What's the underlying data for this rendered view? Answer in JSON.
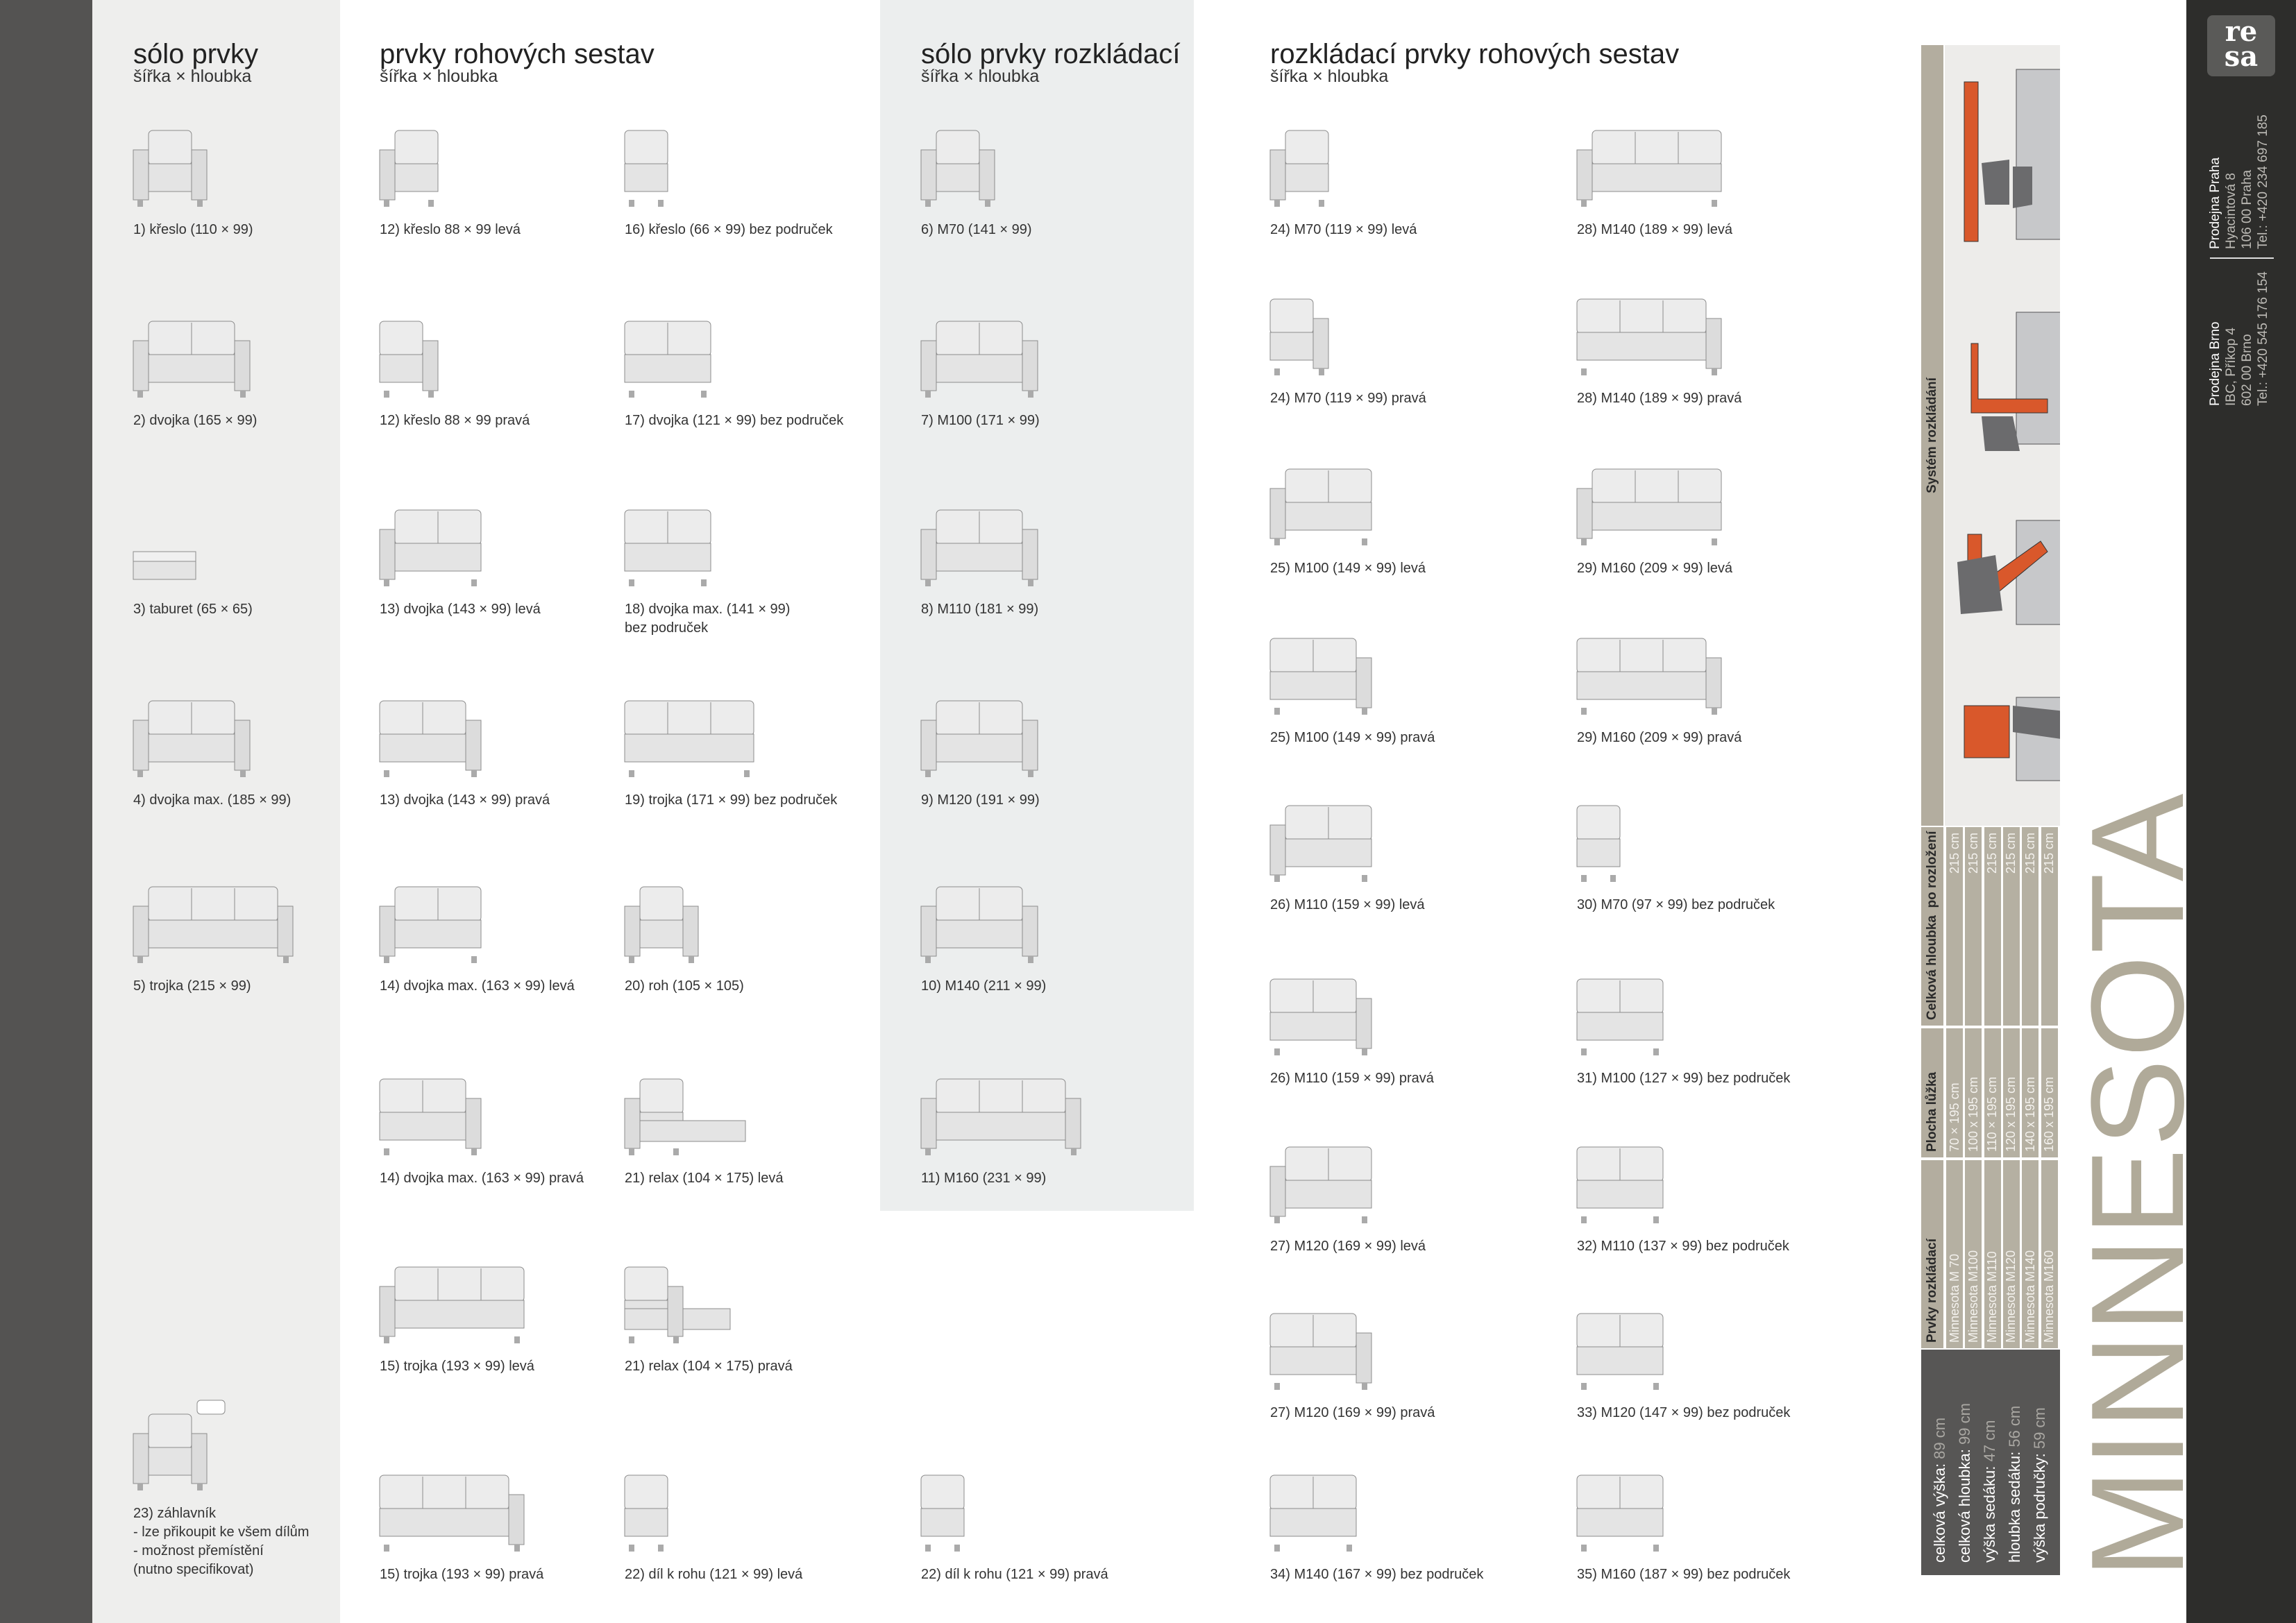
{
  "sections": [
    {
      "title": "sólo prvky",
      "subtitle": "šířka × hloubka"
    },
    {
      "title": "prvky rohových sestav",
      "subtitle": "šířka × hloubka"
    },
    {
      "title": "sólo prvky rozkládací",
      "subtitle": "šířka × hloubka"
    },
    {
      "title": "rozkládací prvky rohových sestav",
      "subtitle": "šířka × hloubka"
    }
  ],
  "columns": [
    [
      {
        "label": "1) křeslo (110 × 99)",
        "icon": "armchair"
      },
      {
        "label": "2) dvojka (165 × 99)",
        "icon": "sofa-2"
      },
      {
        "label": "3) taburet (65 × 65)",
        "icon": "stool"
      },
      {
        "label": "4) dvojka max. (185 × 99)",
        "icon": "sofa-2"
      },
      {
        "label": "5) trojka (215 × 99)",
        "icon": "sofa-3"
      },
      null,
      null,
      {
        "label": "23) záhlavník\n- lze přikoupit ke všem dílům\n- možnost přemístění\n (nutno specifikovat)",
        "icon": "headrest"
      }
    ],
    [
      {
        "label": "12) křeslo 88 × 99 levá",
        "icon": "armchair-left"
      },
      {
        "label": "12) křeslo 88 × 99 pravá",
        "icon": "armchair-right"
      },
      {
        "label": "13) dvojka (143 × 99) levá",
        "icon": "sofa-2-left"
      },
      {
        "label": "13) dvojka (143 × 99) pravá",
        "icon": "sofa-2-right"
      },
      {
        "label": "14) dvojka max. (163 × 99) levá",
        "icon": "sofa-2-left"
      },
      {
        "label": "14) dvojka max. (163 × 99) pravá",
        "icon": "sofa-2-right"
      },
      {
        "label": "15) trojka (193 × 99) levá",
        "icon": "sofa-3-left"
      },
      {
        "label": "15) trojka (193 × 99) pravá",
        "icon": "sofa-3-right"
      }
    ],
    [
      {
        "label": "16) křeslo (66 × 99) bez područek",
        "icon": "armchair-noarm"
      },
      {
        "label": "17) dvojka (121 × 99) bez područek",
        "icon": "sofa-2-noarm"
      },
      {
        "label": "18) dvojka max. (141 × 99)\n     bez područek",
        "icon": "sofa-2-noarm"
      },
      {
        "label": "19) trojka (171 × 99) bez područek",
        "icon": "sofa-3-noarm"
      },
      {
        "label": "20) roh (105 × 105)",
        "icon": "corner"
      },
      {
        "label": "21) relax (104 × 175) levá",
        "icon": "relax-left"
      },
      {
        "label": "21) relax (104 × 175) pravá",
        "icon": "relax-right"
      },
      {
        "label": "22) díl k rohu (121 × 99) levá",
        "icon": "armchair-noarm"
      }
    ],
    [
      {
        "label": "6) M70 (141 × 99)",
        "icon": "armchair"
      },
      {
        "label": "7) M100 (171 × 99)",
        "icon": "sofa-2"
      },
      {
        "label": "8) M110 (181 × 99)",
        "icon": "sofa-2"
      },
      {
        "label": "9) M120 (191 × 99)",
        "icon": "sofa-2"
      },
      {
        "label": "10) M140 (211 × 99)",
        "icon": "sofa-2"
      },
      {
        "label": "11) M160 (231 × 99)",
        "icon": "sofa-3"
      },
      null,
      {
        "label": "22) díl k rohu (121 × 99) pravá",
        "icon": "armchair-noarm"
      }
    ],
    [
      {
        "label": "24) M70 (119 × 99) levá",
        "icon": "armchair-left"
      },
      {
        "label": "24) M70 (119 × 99) pravá",
        "icon": "armchair-right"
      },
      {
        "label": "25) M100 (149 × 99) levá",
        "icon": "sofa-2-left"
      },
      {
        "label": "25) M100 (149 × 99) pravá",
        "icon": "sofa-2-right"
      },
      {
        "label": "26) M110 (159 × 99) levá",
        "icon": "sofa-2-left"
      },
      {
        "label": "26) M110 (159 × 99) pravá",
        "icon": "sofa-2-right"
      },
      {
        "label": "27) M120 (169 × 99) levá",
        "icon": "sofa-2-left"
      },
      {
        "label": "27) M120 (169 × 99) pravá",
        "icon": "sofa-2-right"
      },
      {
        "label": "34) M140 (167 × 99) bez područek",
        "icon": "sofa-2-noarm"
      }
    ],
    [
      {
        "label": "28) M140 (189 × 99) levá",
        "icon": "sofa-3-left"
      },
      {
        "label": "28) M140 (189 × 99) pravá",
        "icon": "sofa-3-right"
      },
      {
        "label": "29) M160 (209 × 99) levá",
        "icon": "sofa-3-left"
      },
      {
        "label": "29) M160 (209 × 99) pravá",
        "icon": "sofa-3-right"
      },
      {
        "label": "30) M70 (97 × 99) bez područek",
        "icon": "armchair-noarm"
      },
      {
        "label": "31) M100 (127 × 99) bez područek",
        "icon": "sofa-2-noarm"
      },
      {
        "label": "32) M110 (137 × 99) bez područek",
        "icon": "sofa-2-noarm"
      },
      {
        "label": "33) M120 (147 × 99) bez područek",
        "icon": "sofa-2-noarm"
      },
      {
        "label": "35) M160 (187 × 99) bez područek",
        "icon": "sofa-2-noarm"
      }
    ]
  ],
  "specs": [
    {
      "label": "celková výška: ",
      "value": "89 cm"
    },
    {
      "label": "celková hloubka: ",
      "value": "99 cm"
    },
    {
      "label": "výška sedáku: ",
      "value": "47 cm"
    },
    {
      "label": "hloubka sedáku: ",
      "value": "56 cm"
    },
    {
      "label": "výška područky: ",
      "value": "59 cm"
    }
  ],
  "table": {
    "headers": [
      "Prvky rozkládací",
      "Plocha lůžka",
      "Celková hloubka  po rozložení"
    ],
    "rows": [
      [
        "Minnesota M 70",
        "70 × 195 cm",
        "215 cm"
      ],
      [
        "Minnesota M100",
        "100 x 195 cm",
        "215 cm"
      ],
      [
        "Minnesota M110",
        "110 × 195 cm",
        "215 cm"
      ],
      [
        "Minnesota M120",
        "120 x 195 cm",
        "215 cm"
      ],
      [
        "Minnesota M140",
        "140 x 195 cm",
        "215 cm"
      ],
      [
        "Minnesota M160",
        "160 x 195 cm",
        "215 cm"
      ]
    ],
    "system_title": "Systém rozkládání"
  },
  "product_name": "MINNESOTA",
  "logo_text": "re sa",
  "contacts": [
    {
      "name": "Prodejna Brno",
      "lines": "IBC, Příkop 4\n602 00 Brno\nTel.: +420 545 176 154"
    },
    {
      "name": "Prodejna Praha",
      "lines": "Hyacintová 8\n106 00 Praha\nTel.: +420 234 697 185"
    }
  ],
  "colors": {
    "accent": "#d9582b",
    "tan": "#b3ad9f",
    "dark": "#2d2d2b"
  }
}
